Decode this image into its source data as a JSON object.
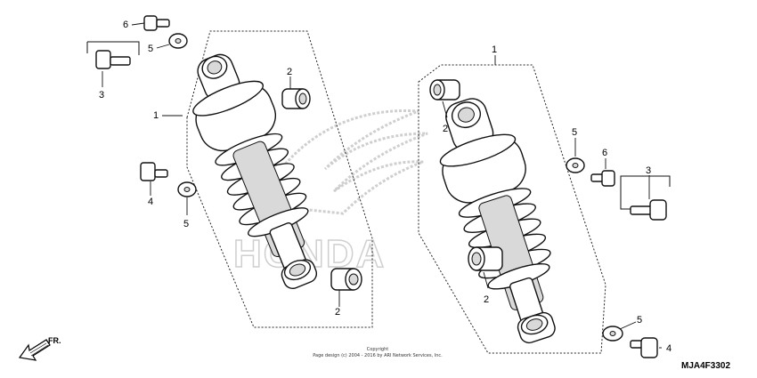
{
  "callouts": {
    "l_1": "1",
    "l_2_top": "2",
    "l_2_bottom": "2",
    "l_3": "3",
    "l_4": "4",
    "l_5_top": "5",
    "l_5_mid": "5",
    "l_6": "6",
    "r_1": "1",
    "r_2_top": "2",
    "r_2_bottom": "2",
    "r_3": "3",
    "r_4": "4",
    "r_5_top": "5",
    "r_5_bottom": "5",
    "r_6": "6"
  },
  "copyright": {
    "line1": "Copyright",
    "line2": "Page design (c) 2004 - 2016 by ARI Network Services, Inc."
  },
  "watermark": "HONDA",
  "direction_label": "FR.",
  "diagram_code": "MJA4F3302"
}
